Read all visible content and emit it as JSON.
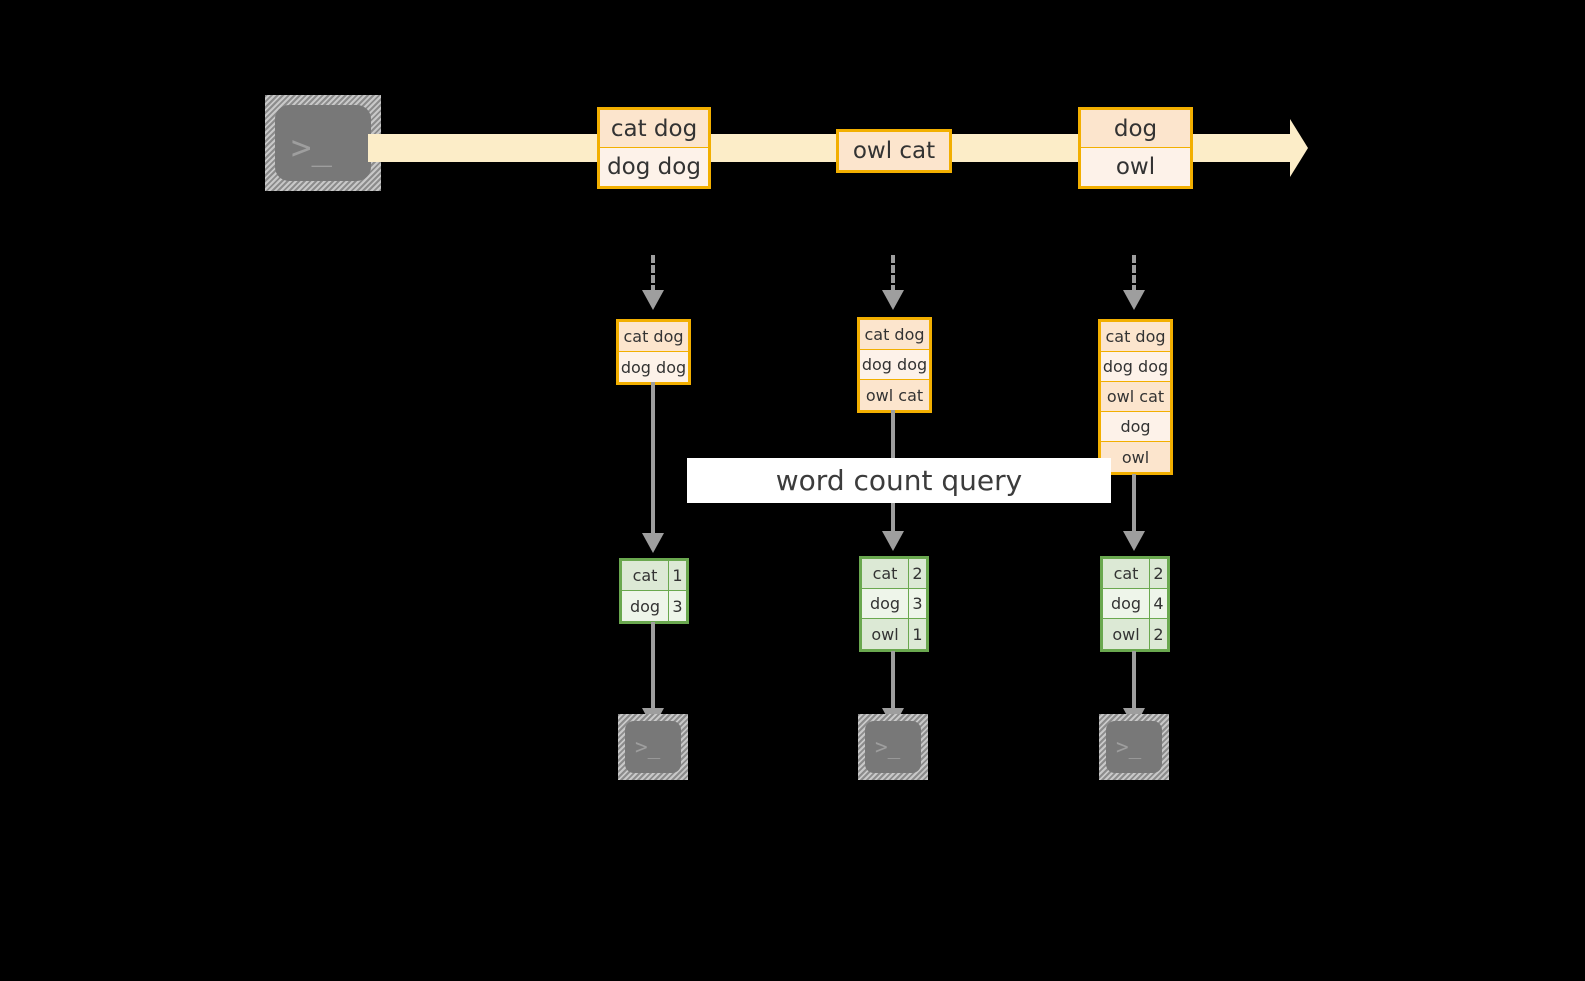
{
  "diagram": {
    "background_color": "#000000",
    "accent_orange": "#f2af00",
    "accent_green": "#6aa84f",
    "stream_color": "#fcedc8",
    "connector_color": "#9e9e9e",
    "query_label": "word count query"
  },
  "source": {
    "icon": "terminal-icon",
    "prompt_glyph": ">_"
  },
  "stream": {
    "icon": "stream-arrow-icon",
    "batches": [
      {
        "lines": [
          "cat dog",
          "dog dog"
        ]
      },
      {
        "lines": [
          "owl cat"
        ]
      },
      {
        "lines": [
          "dog",
          "owl"
        ]
      }
    ]
  },
  "columns": [
    {
      "accumulated": {
        "lines": [
          "cat dog",
          "dog dog"
        ]
      },
      "result": {
        "rows": [
          {
            "word": "cat",
            "count": "1"
          },
          {
            "word": "dog",
            "count": "3"
          }
        ]
      },
      "sink": {
        "icon": "terminal-icon",
        "prompt_glyph": ">_"
      }
    },
    {
      "accumulated": {
        "lines": [
          "cat dog",
          "dog dog",
          "owl cat"
        ]
      },
      "result": {
        "rows": [
          {
            "word": "cat",
            "count": "2"
          },
          {
            "word": "dog",
            "count": "3"
          },
          {
            "word": "owl",
            "count": "1"
          }
        ]
      },
      "sink": {
        "icon": "terminal-icon",
        "prompt_glyph": ">_"
      }
    },
    {
      "accumulated": {
        "lines": [
          "cat dog",
          "dog dog",
          "owl cat",
          "dog",
          "owl"
        ]
      },
      "result": {
        "rows": [
          {
            "word": "cat",
            "count": "2"
          },
          {
            "word": "dog",
            "count": "4"
          },
          {
            "word": "owl",
            "count": "2"
          }
        ]
      },
      "sink": {
        "icon": "terminal-icon",
        "prompt_glyph": ">_"
      }
    }
  ]
}
